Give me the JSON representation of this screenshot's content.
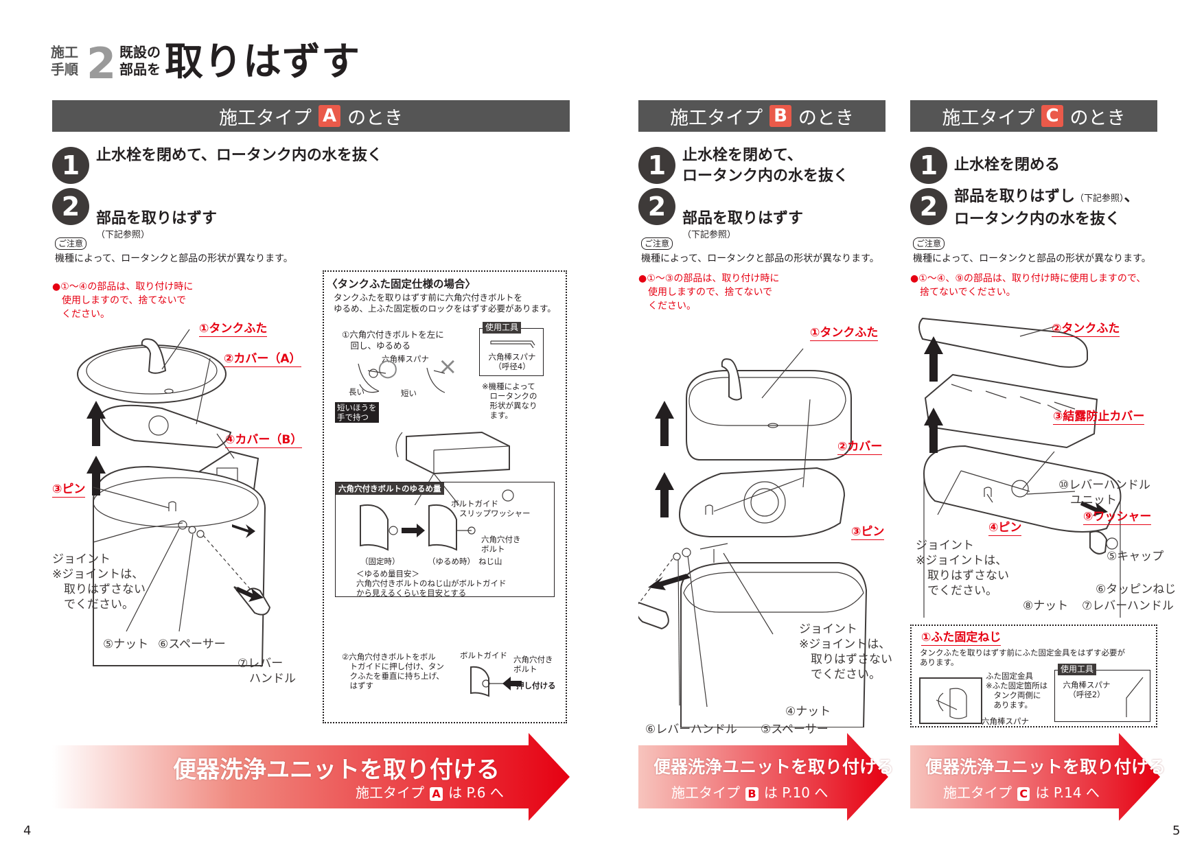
{
  "header": {
    "label_small": "施工\n手順",
    "step_number": "2",
    "label_mid": "既設の\n部品を",
    "title": "取りはずす"
  },
  "sections": {
    "a": {
      "bar_prefix": "施工タイプ",
      "bar_letter": "A",
      "bar_suffix": "のとき",
      "steps": [
        {
          "num": "1",
          "text": "止水栓を閉めて、ロータンク内の水を抜く"
        },
        {
          "num": "2",
          "text": "部品を取りはずす",
          "sub": "（下記参照）"
        }
      ],
      "caution_badge": "ご注意",
      "caution_text": "機種によって、ロータンクと部品の形状が異なります。",
      "note": "●①〜④の部品は、取り付け時に\n　使用しますので、捨てないで\n　ください。",
      "parts": {
        "tank_lid": "①タンクふた",
        "cover_a": "②カバー（A）",
        "cover_b": "④カバー（B）",
        "pin": "③ピン",
        "joint": "ジョイント\n※ジョイントは、\n　取りはずさない\n　でください。",
        "nut": "⑤ナット",
        "spacer": "⑥スペーサー",
        "lever": "⑦レバー\n　ハンドル"
      },
      "box": {
        "title": "〈タンクふた固定仕様の場合〉",
        "intro": "タンクふたを取りはずす前に六角穴付きボルトを\nゆるめ、上ふた固定板のロックをはずす必要があります。",
        "step1": "①六角穴付きボルトを左に\n　回し、ゆるめる",
        "hex_wrench": "六角棒スパナ",
        "long": "長い",
        "short": "短い",
        "hold_short": "短いほうを\n手で持つ",
        "ok_mark": "○",
        "ng_mark": "×",
        "tool_label": "使用工具",
        "tool_name": "六角棒スパナ\n（呼径4）",
        "tool_note": "※機種によって\n　ロータンクの\n　形状が異なり\n　ます。",
        "loosen_title": "六角穴付きボルトのゆるめ量",
        "bolt_guide": "ボルトガイド",
        "slip_washer": "スリップワッシャー",
        "hex_bolt": "六角穴付き\nボルト",
        "thread": "ねじ山",
        "fixed": "（固定時）",
        "loosened": "（ゆるめ時）",
        "guide_title": "＜ゆるめ量目安＞",
        "guide_text": "六角穴付きボルトのねじ山がボルトガイド\nから見えるくらいを目安とする",
        "step2": "②六角穴付きボルトをボル\n　トガイドに押し付け、タン\n　クふたを垂直に持ち上げ、\n　はずす",
        "bolt_guide2": "ボルトガイド",
        "hex_bolt2": "六角穴付き\nボルト",
        "push": "押し付ける"
      },
      "banner": {
        "main": "便器洗浄ユニットを取り付ける",
        "pre": "施工タイプ",
        "letter": "A",
        "post": "は P.6 へ"
      }
    },
    "b": {
      "bar_prefix": "施工タイプ",
      "bar_letter": "B",
      "bar_suffix": "のとき",
      "steps": [
        {
          "num": "1",
          "text": "止水栓を閉めて、\nロータンク内の水を抜く"
        },
        {
          "num": "2",
          "text": "部品を取りはずす",
          "sub": "（下記参照）"
        }
      ],
      "caution_badge": "ご注意",
      "caution_text": "機種によって、ロータンクと部品の形状が異なります。",
      "note": "●①〜③の部品は、取り付け時に\n　使用しますので、捨てないで\n　ください。",
      "parts": {
        "tank_lid": "①タンクふた",
        "cover": "②カバー",
        "pin": "③ピン",
        "joint": "ジョイント\n※ジョイントは、\n　取りはずさない\n　でください。",
        "nut": "④ナット",
        "lever": "⑥レバーハンドル",
        "spacer": "⑤スペーサー"
      },
      "banner": {
        "main": "便器洗浄ユニットを取り付ける",
        "pre": "施工タイプ",
        "letter": "B",
        "post": "は P.10 へ"
      }
    },
    "c": {
      "bar_prefix": "施工タイプ",
      "bar_letter": "C",
      "bar_suffix": "のとき",
      "steps": [
        {
          "num": "1",
          "text": "止水栓を閉める"
        },
        {
          "num": "2",
          "text_a": "部品を取りはずし",
          "sub": "（下記参照）",
          "text_b": "、\nロータンク内の水を抜く"
        }
      ],
      "caution_badge": "ご注意",
      "caution_text": "機種によって、ロータンクと部品の形状が異なります。",
      "note": "●①〜④、⑨の部品は、取り付け時に使用しますので、\n　捨てないでください。",
      "parts": {
        "tank_lid": "②タンクふた",
        "cover": "③結露防止カバー",
        "lever_unit": "⑩レバーハンドル\n　ユニット",
        "washer": "⑨ワッシャー",
        "pin": "④ピン",
        "joint": "ジョイント\n※ジョイントは、\n　取りはずさない\n　でください。",
        "cap": "⑤キャップ",
        "tapping": "⑥タッピンねじ",
        "nut": "⑧ナット",
        "lever": "⑦レバーハンドル"
      },
      "box": {
        "title": "①ふた固定ねじ",
        "intro": "タンクふたを取りはずす前にふた固定金具をはずす必要が\nあります。",
        "fitting": "ふた固定金具",
        "fitting_note": "※ふた固定箇所は\n　タンク両側に\n　あります。",
        "tool_label": "使用工具",
        "tool_name": "六角棒スパナ\n（呼径2）",
        "hex_wrench": "六角棒スパナ"
      },
      "banner": {
        "main": "便器洗浄ユニットを取り付ける",
        "pre": "施工タイプ",
        "letter": "C",
        "post": "は P.14 へ"
      }
    }
  },
  "page_numbers": {
    "left": "4",
    "right": "5"
  },
  "colors": {
    "accent": "#e60012",
    "bar": "#555555",
    "badge": "#ea5a4a"
  }
}
